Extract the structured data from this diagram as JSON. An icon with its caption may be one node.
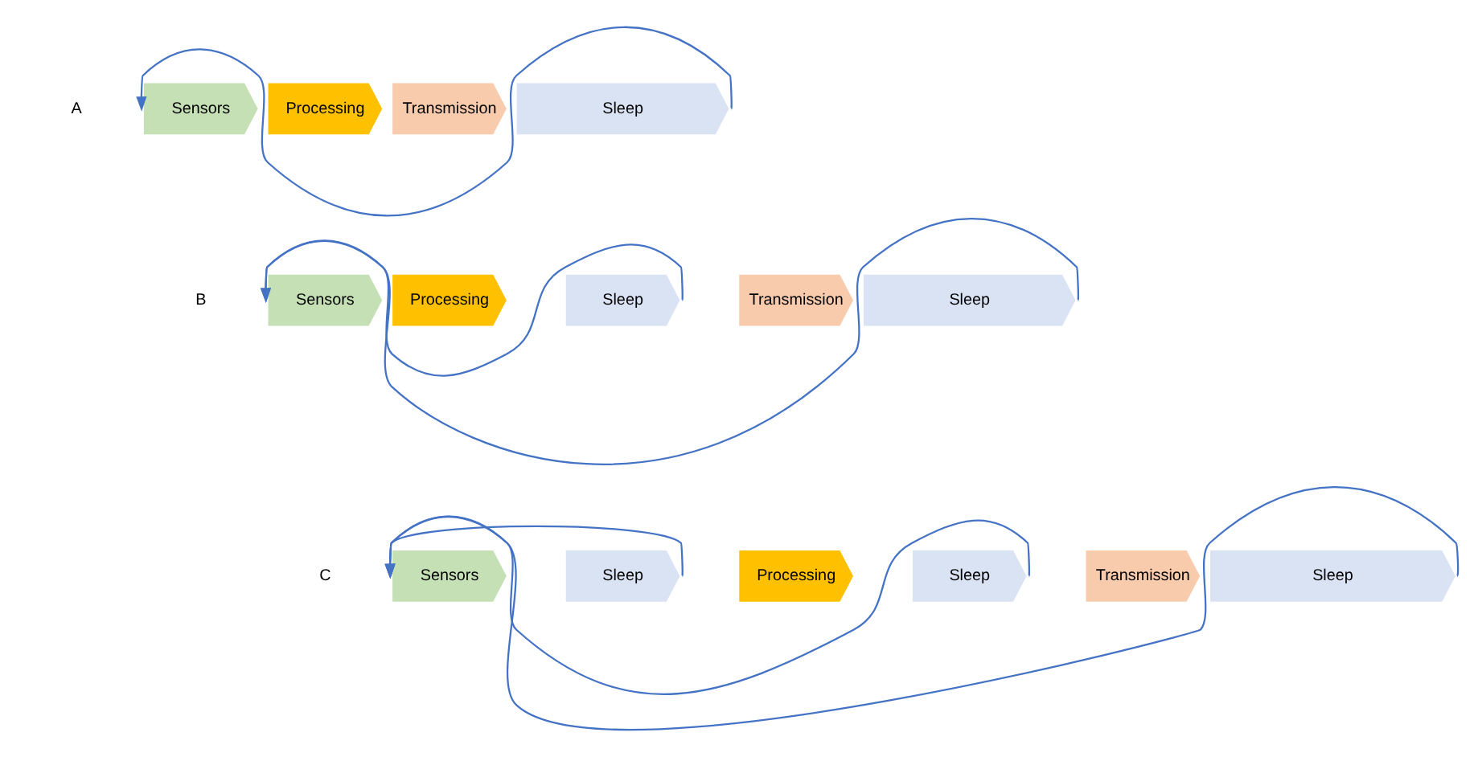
{
  "diagram": {
    "nodes": [
      {
        "text": [
          "Sensors"
        ]
      },
      {
        "text": [
          "Processing"
        ]
      },
      {
        "text": [
          "Transmission"
        ]
      },
      {
        "text": [
          "Sleep"
        ]
      },
      {
        "text": [
          "Sensors"
        ]
      },
      {
        "text": [
          "Processing"
        ]
      },
      {
        "text": [
          "Sleep"
        ]
      },
      {
        "text": [
          "Transmission"
        ]
      },
      {
        "text": [
          "Sleep"
        ]
      },
      {
        "text": [
          "Sensors"
        ]
      },
      {
        "text": [
          "Sleep"
        ]
      },
      {
        "text": [
          "Processing"
        ]
      },
      {
        "text": [
          "Sleep"
        ]
      },
      {
        "text": [
          "Transmission"
        ]
      },
      {
        "text": [
          "Sleep"
        ]
      }
    ],
    "edges": [
      {
        "from": 3,
        "to": 0,
        "arrow": "to"
      },
      {
        "from": 6,
        "to": 4,
        "arrow": "to"
      },
      {
        "from": 8,
        "to": 4,
        "arrow": "to"
      },
      {
        "from": 10,
        "to": 9,
        "arrow": "to"
      },
      {
        "from": 12,
        "to": 9,
        "arrow": "to"
      },
      {
        "from": 14,
        "to": 9,
        "arrow": "to"
      }
    ],
    "labels": [
      "A",
      "B",
      "C"
    ]
  }
}
